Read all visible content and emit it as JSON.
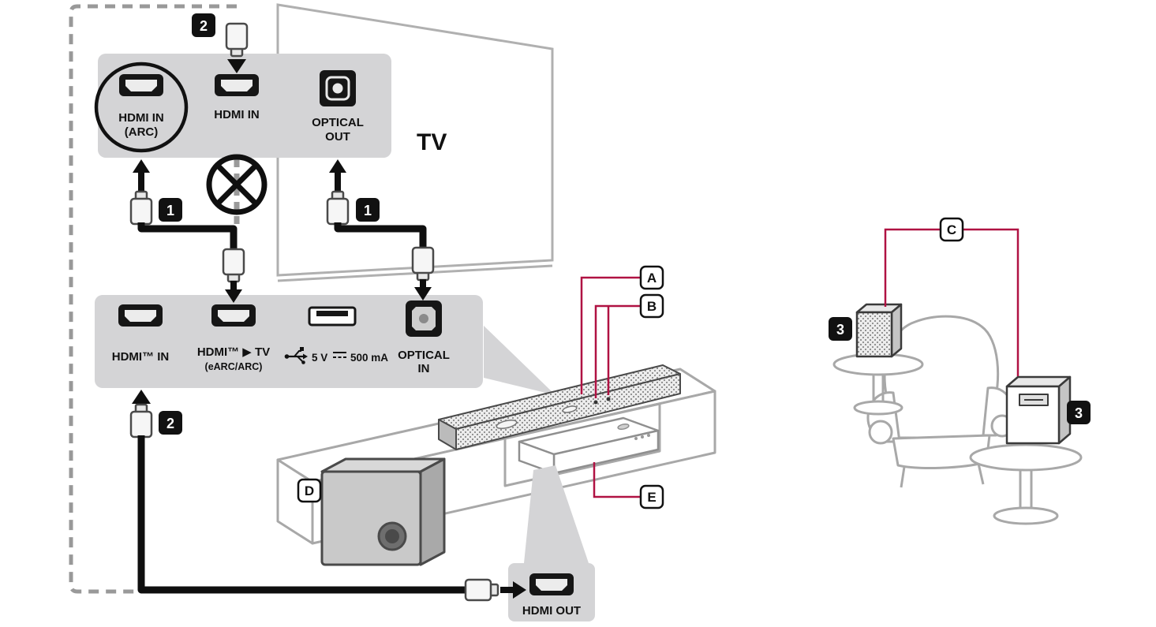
{
  "title": "Soundbar / TV connection diagram",
  "colors": {
    "panel": "#d4d4d6",
    "accent": "#b01243",
    "outline": "#a8a8a8",
    "cable": "#0f0f0f"
  },
  "tv_label": "TV",
  "tv_panel": {
    "arc_line1": "HDMI IN",
    "arc_line2": "(ARC)",
    "hdmi_in": "HDMI IN",
    "optical_line1": "OPTICAL",
    "optical_line2": "OUT"
  },
  "sb_panel": {
    "hdmi_in": "HDMI™ IN",
    "hdmi_tv": "HDMI™ ▶ TV",
    "earc": "(eARC/ARC)",
    "usb_v": "5 V",
    "usb_ma": "500 mA",
    "optical_line1": "OPTICAL",
    "optical_line2": "IN"
  },
  "out_panel": {
    "hdmi_out": "HDMI OUT"
  },
  "steps": {
    "s1": "1",
    "s2": "2",
    "s3": "3"
  },
  "badges": {
    "a": "A",
    "b": "B",
    "c": "C",
    "d": "D",
    "e": "E"
  }
}
